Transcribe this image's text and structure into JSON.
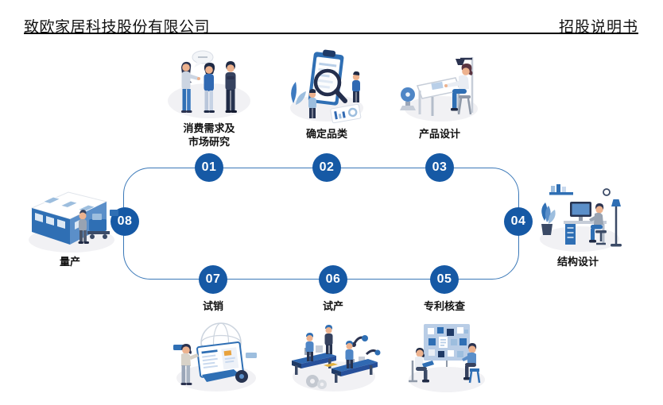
{
  "header": {
    "company": "致欧家居科技股份有限公司",
    "doc_type": "招股说明书"
  },
  "steps": [
    {
      "number": "01",
      "label": "消费需求及\n市场研究",
      "icon": "consumer-research-illustration"
    },
    {
      "number": "02",
      "label": "确定品类",
      "icon": "category-selection-illustration"
    },
    {
      "number": "03",
      "label": "产品设计",
      "icon": "product-design-illustration"
    },
    {
      "number": "04",
      "label": "结构设计",
      "icon": "structure-design-illustration"
    },
    {
      "number": "05",
      "label": "专利核查",
      "icon": "patent-check-illustration"
    },
    {
      "number": "06",
      "label": "试产",
      "icon": "trial-production-illustration"
    },
    {
      "number": "07",
      "label": "试销",
      "icon": "trial-sales-illustration"
    },
    {
      "number": "08",
      "label": "量产",
      "icon": "mass-production-illustration"
    }
  ],
  "colors": {
    "step_circle": "#1659a5",
    "loop_line": "#3a78b8",
    "label_text": "#111111"
  }
}
